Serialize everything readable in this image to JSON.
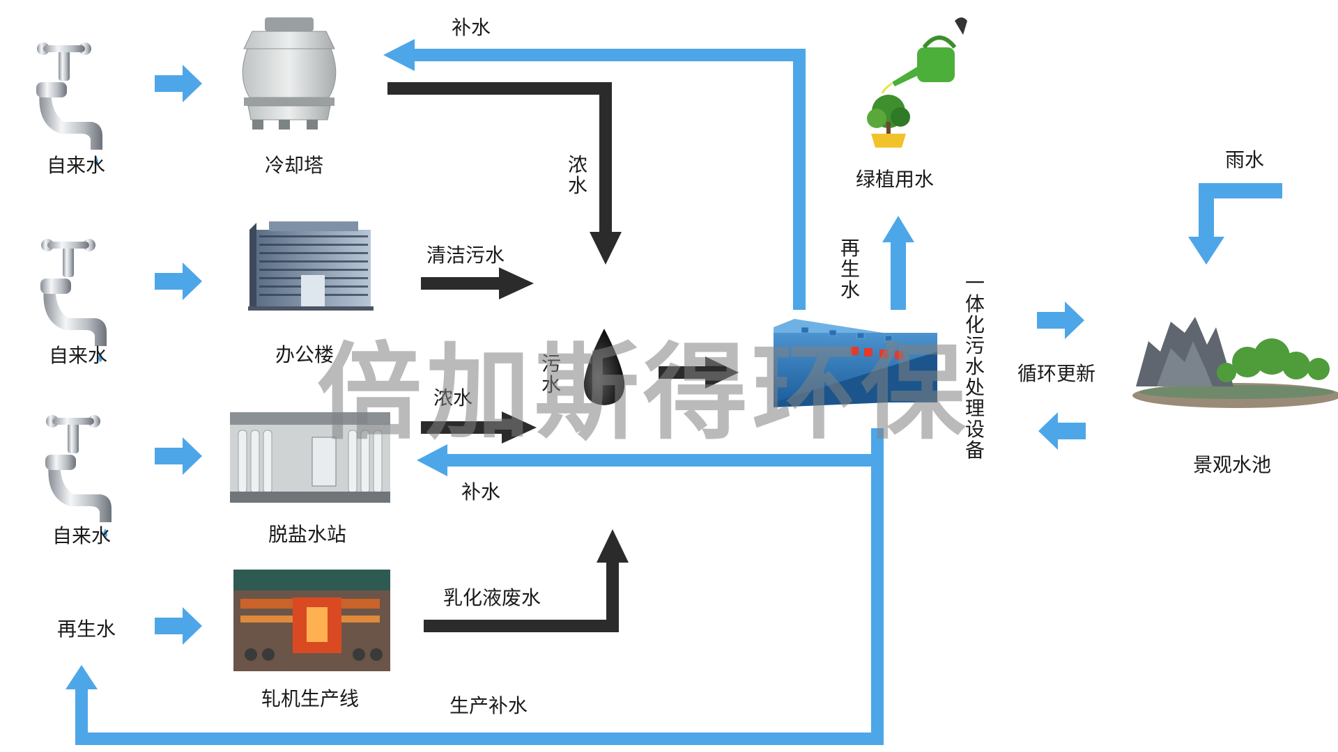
{
  "colors": {
    "recycle": "#4da6e8",
    "waste": "#2b2b2b"
  },
  "nodes": {
    "tap1": "自来水",
    "tap2": "自来水",
    "tap3": "自来水",
    "reclaimed_in": "再生水",
    "cooling_tower": "冷却塔",
    "office": "办公楼",
    "desalination": "脱盐水站",
    "rolling_mill": "轧机生产线",
    "greening": "绿植用水",
    "rain": "雨水",
    "pond": "景观水池",
    "treatment_unit": "一体化污水处理设备"
  },
  "edges": {
    "makeup_top": "补水",
    "concentrate_top": "浓水",
    "clean_sewage": "清洁污水",
    "sewage": "污水",
    "concentrate_mid": "浓水",
    "makeup_mid": "补水",
    "emulsion": "乳化液废水",
    "production_makeup": "生产补水",
    "reclaimed_up": "再生水",
    "circulation": "循环更新"
  },
  "watermark": "倍加斯得环保"
}
